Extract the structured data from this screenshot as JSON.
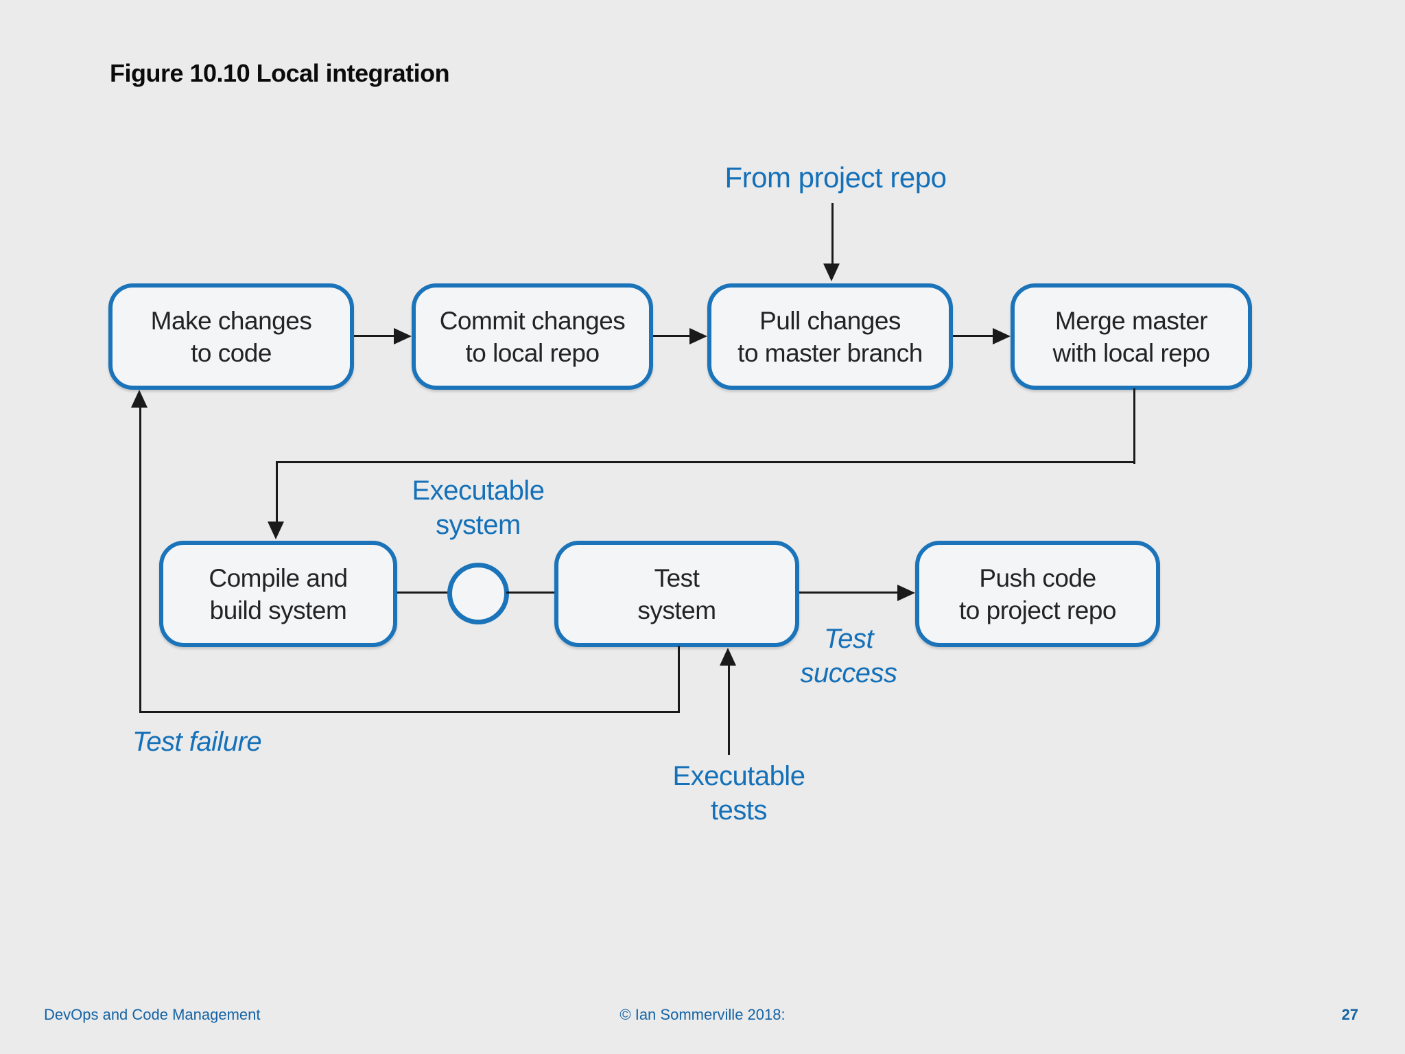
{
  "title": "Figure 10.10 Local integration",
  "nodes": {
    "make_changes": {
      "line1": "Make changes",
      "line2": "to code"
    },
    "commit_changes": {
      "line1": "Commit changes",
      "line2": "to local repo"
    },
    "pull_changes": {
      "line1": "Pull changes",
      "line2": "to master branch"
    },
    "merge_master": {
      "line1": "Merge master",
      "line2": "with local repo"
    },
    "compile_build": {
      "line1": "Compile and",
      "line2": "build system"
    },
    "test_system": {
      "line1": "Test",
      "line2": "system"
    },
    "push_code": {
      "line1": "Push code",
      "line2": "to project repo"
    }
  },
  "annotations": {
    "from_project_repo": "From project repo",
    "executable_system_line1": "Executable",
    "executable_system_line2": "system",
    "test_success_line1": "Test",
    "test_success_line2": "success",
    "test_failure": "Test failure",
    "executable_tests_line1": "Executable",
    "executable_tests_line2": "tests"
  },
  "footer": {
    "left": "DevOps and Code Management",
    "center": "© Ian Sommerville 2018:",
    "page_number": "27"
  },
  "colors": {
    "background": "#ebebeb",
    "node_fill": "#f4f5f7",
    "node_border_blue": "#1b74b9",
    "label_blue": "#1470b8",
    "footer_blue": "#1463a5",
    "line_black": "#1a1a1a",
    "title_black": "#0b0b0b"
  }
}
